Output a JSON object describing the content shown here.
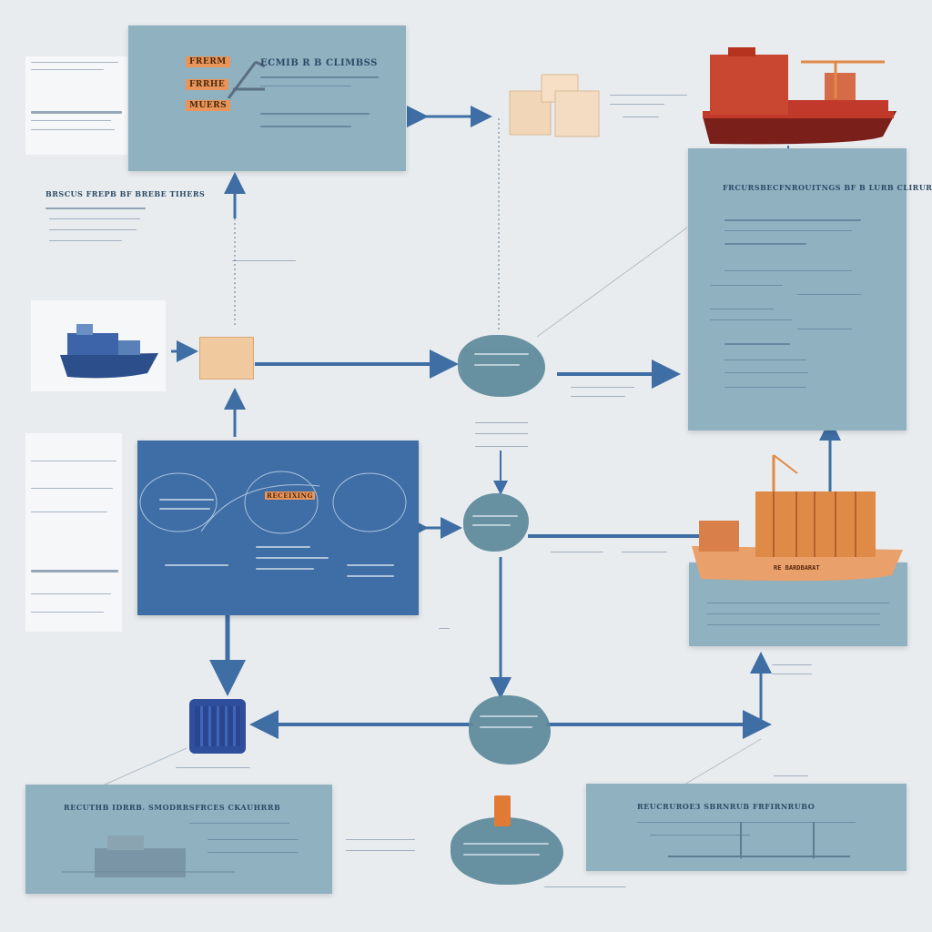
{
  "top_panel": {
    "title": "ECMIB R B CLIMBSS",
    "tags": [
      "FRERM",
      "FRRHE",
      "MUERS"
    ]
  },
  "small_labels": {
    "lbl_ship_top": "",
    "lbl_arrow_left": "",
    "lbl_mid": "",
    "lbl_bottom_mid": ""
  },
  "right_top_panel": {
    "title": "FRCURSBECFNROUITNGS BF B LURB CLIRUR"
  },
  "left_notes": {
    "heading": "BRSCUS FREPB BF BREBE TIHERS"
  },
  "left_mid_panel": {
    "title": "RECEIXING"
  },
  "right_ship_panel": {
    "caption": "RE BARDBARAT"
  },
  "bottom_left_panel": {
    "title": "RECUTHB IDRRB. SMODRRSFRCES CKAUHRRB"
  },
  "bottom_right_panel": {
    "title": "REUCRUROE3 SBRNRUB FRFIRNRUBO"
  },
  "colors": {
    "arrow": "#3e6ea4",
    "panel_light": "#8fb1c0",
    "panel_dark": "#3f6ea6",
    "blob": "#5d8a9b",
    "ship_hull_red": "#c0392b",
    "container_orange": "#e08a47"
  }
}
